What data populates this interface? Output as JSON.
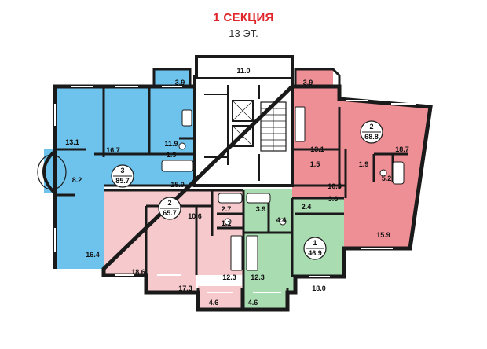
{
  "header": {
    "title": "1 СЕКЦИЯ",
    "floors": "13 ЭТ."
  },
  "colors": {
    "blue": "#6ec3ec",
    "pink_light": "#f6c9cc",
    "pink": "#ee8f96",
    "green": "#a9dcb1",
    "wall": "#1a1a1a",
    "title": "#e0262b"
  },
  "apartments": [
    {
      "id": "apt-3",
      "rooms": "3",
      "area": "85.7",
      "color": "blue"
    },
    {
      "id": "apt-2-left",
      "rooms": "2",
      "area": "65.7",
      "color": "pink_light"
    },
    {
      "id": "apt-1",
      "rooms": "1",
      "area": "46.9",
      "color": "green"
    },
    {
      "id": "apt-2-right",
      "rooms": "2",
      "area": "68.8",
      "color": "pink"
    }
  ],
  "rooms": [
    "3.9",
    "11.0",
    "3.9",
    "13.1",
    "16.7",
    "11.9",
    "1.5",
    "8.2",
    "15.9",
    "16.4",
    "13.1",
    "1.5",
    "1.9",
    "5.2",
    "18.7",
    "10.5",
    "15.9",
    "10.6",
    "2.7",
    "1.1",
    "18.6",
    "17.3",
    "12.3",
    "4.6",
    "3.9",
    "4.4",
    "2.4",
    "3.6",
    "12.3",
    "18.0",
    "4.6"
  ]
}
